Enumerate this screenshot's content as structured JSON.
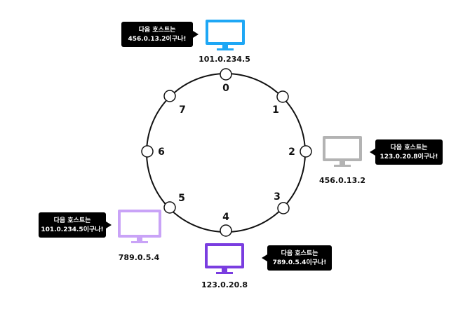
{
  "ring": {
    "nodes": [
      {
        "label": "0"
      },
      {
        "label": "1"
      },
      {
        "label": "2"
      },
      {
        "label": "3"
      },
      {
        "label": "4"
      },
      {
        "label": "5"
      },
      {
        "label": "6"
      },
      {
        "label": "7"
      }
    ]
  },
  "hosts": [
    {
      "ip": "101.0.234.5",
      "color": "#1ea7f5",
      "bubble_line1": "다음 호스트는",
      "bubble_line2": "456.0.13.2이구나!"
    },
    {
      "ip": "456.0.13.2",
      "color": "#b3b3b3",
      "bubble_line1": "다음 호스트는",
      "bubble_line2": "123.0.20.8이구나!"
    },
    {
      "ip": "123.0.20.8",
      "color": "#7a3de0",
      "bubble_line1": "다음 호스트는",
      "bubble_line2": "789.0.5.4이구나!"
    },
    {
      "ip": "789.0.5.4",
      "color": "#c9a3f7",
      "bubble_line1": "다음 호스트는",
      "bubble_line2": "101.0.234.5이구나!"
    }
  ]
}
